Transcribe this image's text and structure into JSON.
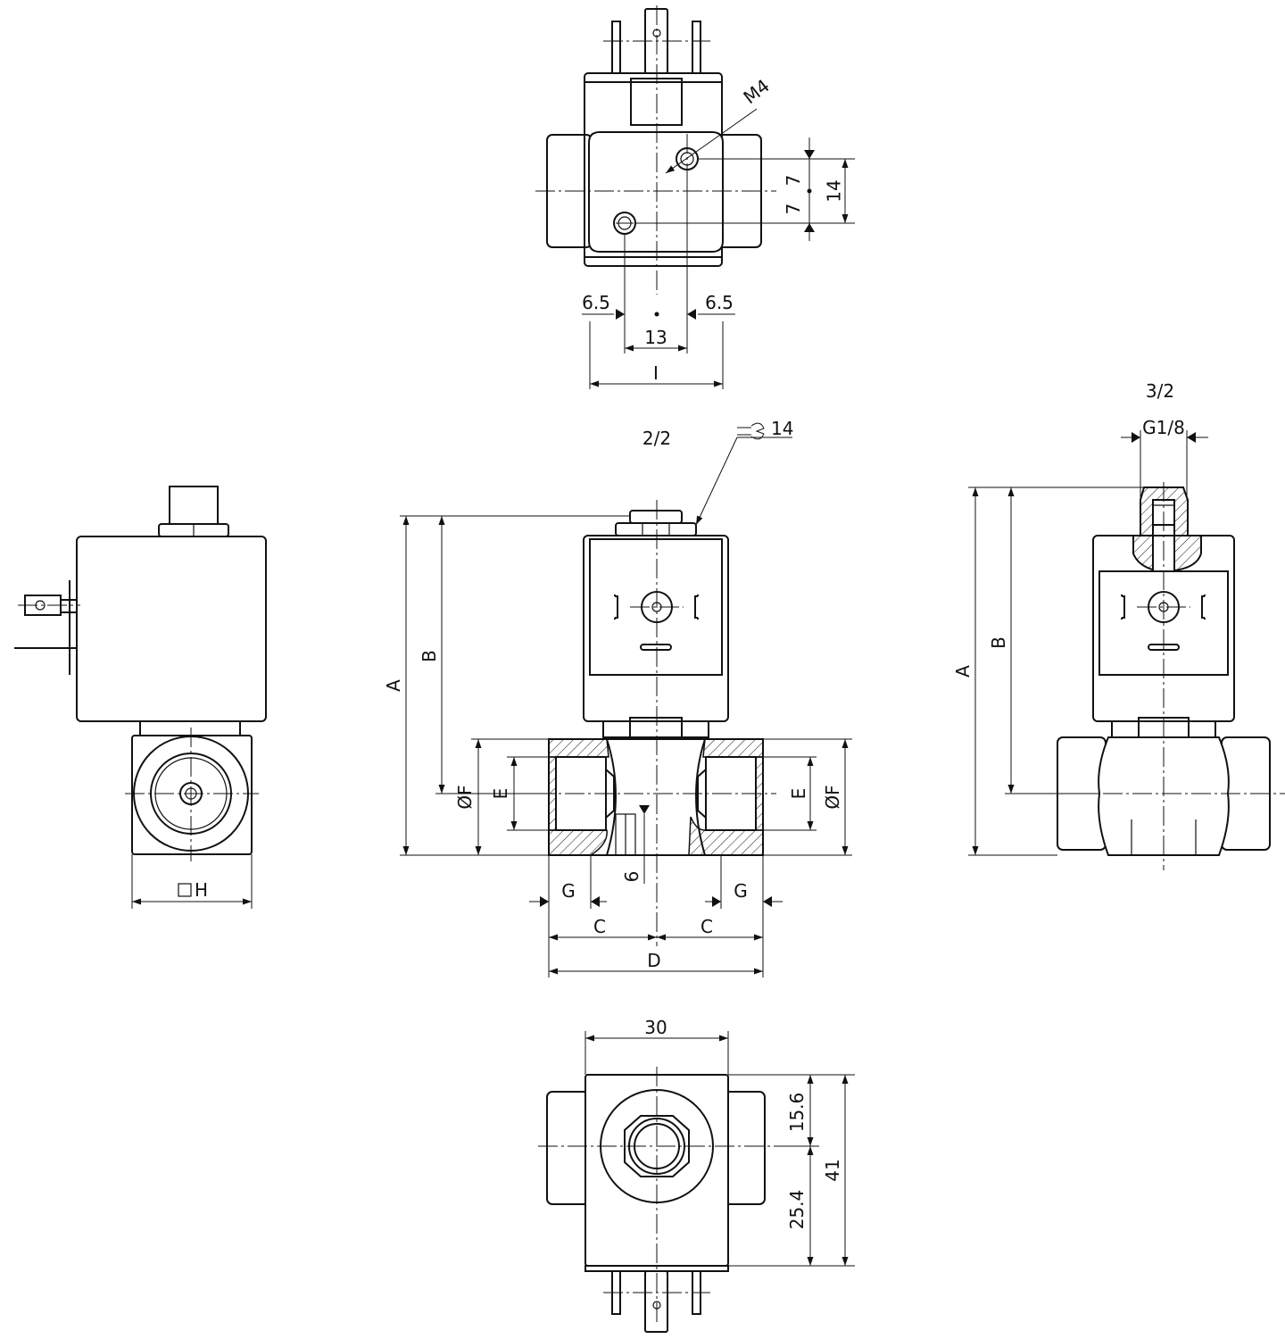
{
  "views": {
    "two_two_label": "2/2",
    "three_two_label": "3/2"
  },
  "top_view": {
    "thread_label": "M4",
    "dims": {
      "upper_half": "7",
      "lower_half": "7",
      "hole_pitch": "14",
      "left_offset": "6.5",
      "right_offset": "6.5",
      "hole_spacing": "13",
      "width_letter": "I"
    }
  },
  "side_view": {
    "square_dim": "H"
  },
  "front_view": {
    "wrench_size": "14",
    "dims": {
      "A": "A",
      "B": "B",
      "F_left": "ØF",
      "E_left": "E",
      "E_right": "E",
      "F_right": "ØF",
      "G_left": "G",
      "G_right": "G",
      "C_left": "C",
      "C_right": "C",
      "D": "D",
      "depth": "6"
    }
  },
  "right_view": {
    "thread_label": "G1/8",
    "dims": {
      "A": "A",
      "B": "B"
    }
  },
  "bottom_view": {
    "dims": {
      "width": "30",
      "upper": "15.6",
      "lower": "25.4",
      "total": "41"
    }
  }
}
